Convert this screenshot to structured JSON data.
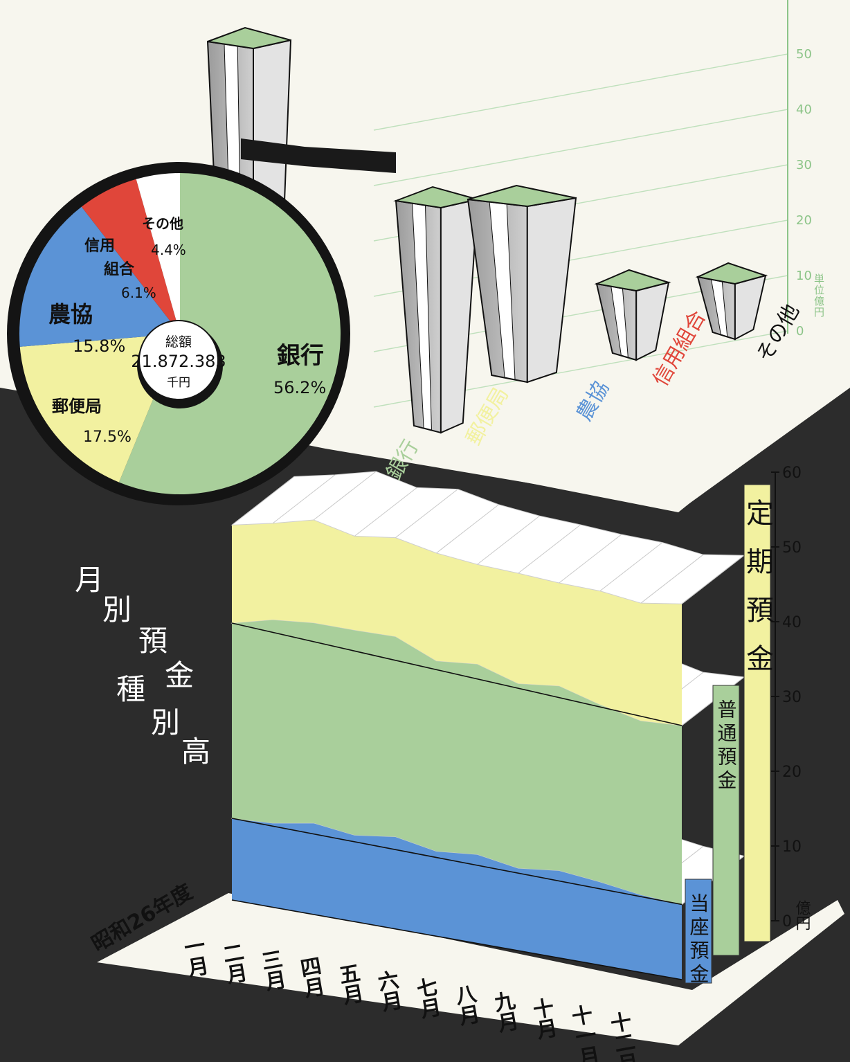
{
  "colors": {
    "bank": "#a9cf9b",
    "postal": "#f2f1a0",
    "agri": "#5b93d6",
    "credit": "#e0463a",
    "other": "#ffffff",
    "background": "#2c2c2c",
    "paper": "#f7f6ee",
    "axis_green": "#8cc488"
  },
  "main_title": {
    "chars": [
      "月",
      "別",
      "預",
      "金",
      "種",
      "別",
      "高"
    ]
  },
  "year_label": "昭和26年度",
  "pie": {
    "center_line1": "総額",
    "center_line2": "21.872.383",
    "center_line3": "千円"
  },
  "chart_data": [
    {
      "type": "pie",
      "total_label": "21.872.383",
      "total_unit": "千円",
      "slices": [
        {
          "name": "銀行",
          "value": 56.2,
          "label": "56.2%",
          "color": "#a9cf9b"
        },
        {
          "name": "郵便局",
          "value": 17.5,
          "label": "17.5%",
          "color": "#f2f1a0"
        },
        {
          "name": "農協",
          "value": 15.8,
          "label": "15.8%",
          "color": "#5b93d6"
        },
        {
          "name": "信用組合",
          "value": 6.1,
          "label": "6.1%",
          "color": "#e0463a"
        },
        {
          "name": "その他",
          "value": 4.4,
          "label": "4.4%",
          "color": "#ffffff"
        }
      ]
    },
    {
      "type": "bar",
      "ylabel": "単位億円",
      "ylim": [
        0,
        60
      ],
      "yticks": [
        0,
        10,
        20,
        30,
        40,
        50
      ],
      "categories": [
        "銀行",
        "郵便局",
        "農協",
        "信用組合",
        "その他"
      ],
      "values": [
        123,
        38.3,
        34.6,
        13.3,
        9.6
      ],
      "broken_axis": true,
      "colors": [
        "#a9cf9b",
        "#f2f1a0",
        "#5b93d6",
        "#e0463a",
        "#ffffff"
      ]
    },
    {
      "type": "area",
      "ylabel": "億円",
      "ylim": [
        0,
        60
      ],
      "yticks": [
        0,
        10,
        20,
        30,
        40,
        50,
        60
      ],
      "categories": [
        "一月",
        "二月",
        "三月",
        "四月",
        "五月",
        "六月",
        "七月",
        "八月",
        "九月",
        "十月",
        "十一月",
        "十二月"
      ],
      "series": [
        {
          "name": "当座預金",
          "color": "#5b93d6",
          "values": [
            10.0,
            10.3,
            11.2,
            10.6,
            11.3,
            10.4,
            10.9,
            10.1,
            10.7,
            10.2,
            9.5,
            9.2
          ]
        },
        {
          "name": "普通預金",
          "color": "#a9cf9b",
          "values": [
            23.9,
            24.9,
            24.5,
            25.1,
            24.5,
            23.3,
            23.3,
            22.6,
            22.6,
            21.7,
            21.3,
            21.9
          ]
        },
        {
          "name": "定期預金",
          "color": "#f2f1a0",
          "values": [
            12.0,
            11.8,
            12.6,
            11.5,
            12.1,
            13.2,
            12.2,
            13.5,
            12.6,
            13.9,
            14.4,
            14.9
          ]
        }
      ]
    }
  ]
}
